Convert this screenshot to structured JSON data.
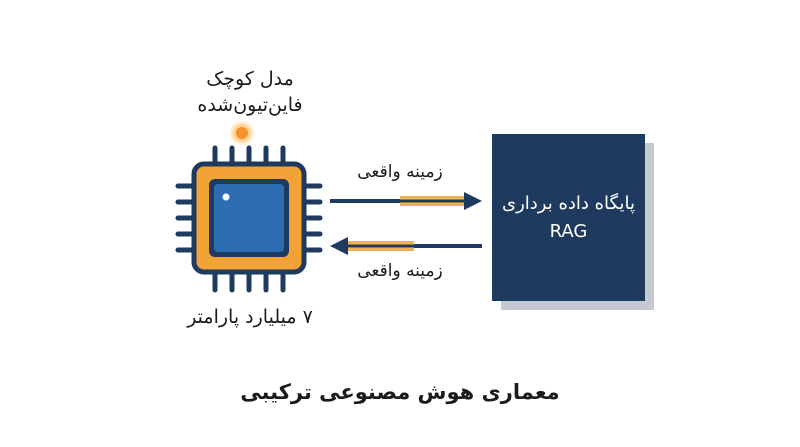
{
  "chip": {
    "label_top_line1": "مدل کوچک",
    "label_top_line2": "فاین‌تیون‌شده",
    "label_bottom": "۷ میلیارد پارامتر"
  },
  "arrows": {
    "top_label": "زمینه واقعی",
    "bottom_label": "زمینه واقعی"
  },
  "database": {
    "line1": "پایگاه داده برداری",
    "line2": "RAG"
  },
  "caption": "معماری هوش مصنوعی ترکیبی",
  "colors": {
    "navy": "#1f3a5f",
    "chip_orange": "#f2a236",
    "chip_blue": "#2f6db3",
    "glow": "#ffb347",
    "shadow": "#c5cad2",
    "arrow_gold": "#e8a33c"
  },
  "icons": [
    "chip-icon",
    "glow-dot-icon",
    "arrow-right-icon",
    "arrow-left-icon"
  ]
}
